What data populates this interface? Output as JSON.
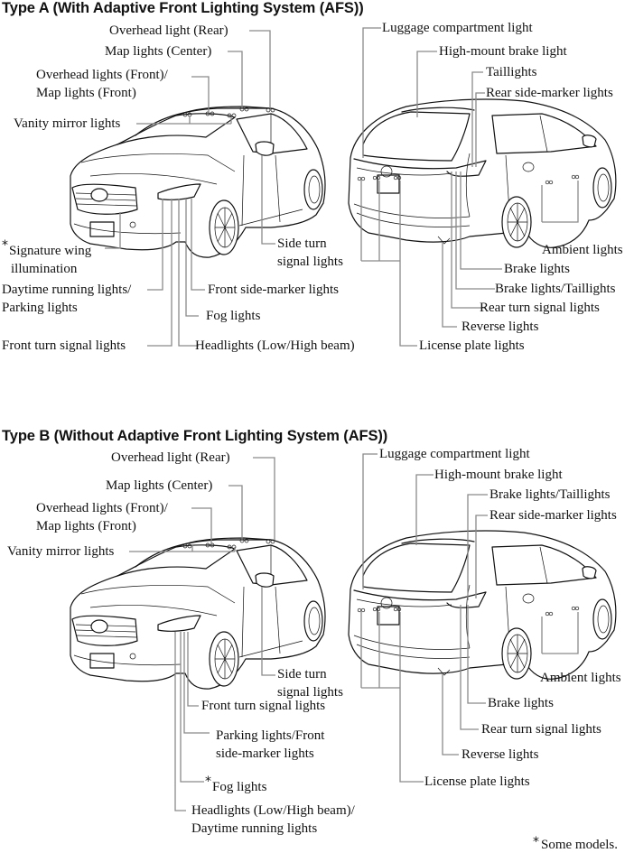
{
  "typeA": {
    "title": "Type A (With Adaptive Front Lighting System (AFS))",
    "front": {
      "overhead_rear": "Overhead light (Rear)",
      "map_center": "Map lights (Center)",
      "overhead_front_1": "Overhead lights (Front)/",
      "overhead_front_2": "Map lights (Front)",
      "vanity": "Vanity mirror lights",
      "signature_asterisk": "*",
      "signature_1": "Signature wing",
      "signature_2": "illumination",
      "drl_1": "Daytime running lights/",
      "drl_2": "Parking lights",
      "front_turn": "Front turn signal lights",
      "headlights": "Headlights (Low/High beam)",
      "fog": "Fog lights",
      "front_side_marker": "Front side-marker lights",
      "side_turn_1": "Side turn",
      "side_turn_2": "signal lights"
    },
    "rear": {
      "luggage": "Luggage compartment light",
      "high_mount": "High-mount brake light",
      "taillights": "Taillights",
      "rear_side_marker": "Rear side-marker lights",
      "ambient": "Ambient lights",
      "brake": "Brake lights",
      "brake_tail": "Brake lights/Taillights",
      "rear_turn": "Rear turn signal lights",
      "reverse": "Reverse lights",
      "license": "License plate lights"
    }
  },
  "typeB": {
    "title": "Type B (Without Adaptive Front Lighting System (AFS))",
    "front": {
      "overhead_rear": "Overhead light (Rear)",
      "map_center": "Map lights (Center)",
      "overhead_front_1": "Overhead lights (Front)/",
      "overhead_front_2": "Map lights (Front)",
      "vanity": "Vanity mirror lights",
      "side_turn_1": "Side turn",
      "side_turn_2": "signal lights",
      "front_turn": "Front turn signal lights",
      "parking_1": "Parking lights/Front",
      "parking_2": "side-marker lights",
      "fog_asterisk": "*",
      "fog": "Fog lights",
      "headlights_1": "Headlights (Low/High beam)/",
      "headlights_2": "Daytime running lights"
    },
    "rear": {
      "luggage": "Luggage compartment light",
      "high_mount": "High-mount brake light",
      "brake_tail": "Brake lights/Taillights",
      "rear_side_marker": "Rear side-marker lights",
      "ambient": "Ambient lights",
      "brake": "Brake lights",
      "rear_turn": "Rear turn signal lights",
      "reverse": "Reverse lights",
      "license": "License plate lights"
    }
  },
  "footnote": {
    "asterisk": "*",
    "text": "Some models."
  }
}
